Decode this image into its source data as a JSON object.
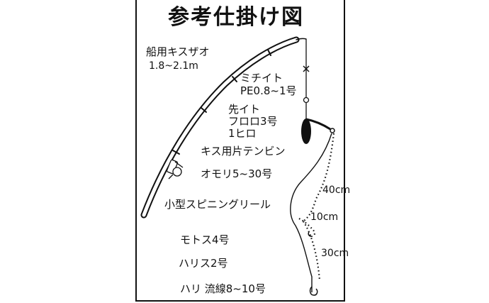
{
  "title": "参考仕掛け図",
  "rod": {
    "name": "船用キスザオ",
    "length": "1.8~2.1m"
  },
  "main_line": {
    "name": "ミチイト",
    "spec": "PE0.8~1号"
  },
  "leader": {
    "name": "先イト",
    "spec": "フロロ3号",
    "length": "1ヒロ"
  },
  "tenbin": {
    "name": "キス用片テンビン"
  },
  "sinker": {
    "name": "オモリ5~30号"
  },
  "reel": {
    "name": "小型スピニングリール"
  },
  "mototsu": {
    "name": "モトス4号"
  },
  "harisu": {
    "name": "ハリス2号"
  },
  "hook": {
    "name": "ハリ 流線8~10号"
  },
  "measurements": {
    "upper": "40cm",
    "middle": "10cm",
    "lower": "30cm"
  },
  "colors": {
    "line": "#111111",
    "background": "#ffffff"
  }
}
